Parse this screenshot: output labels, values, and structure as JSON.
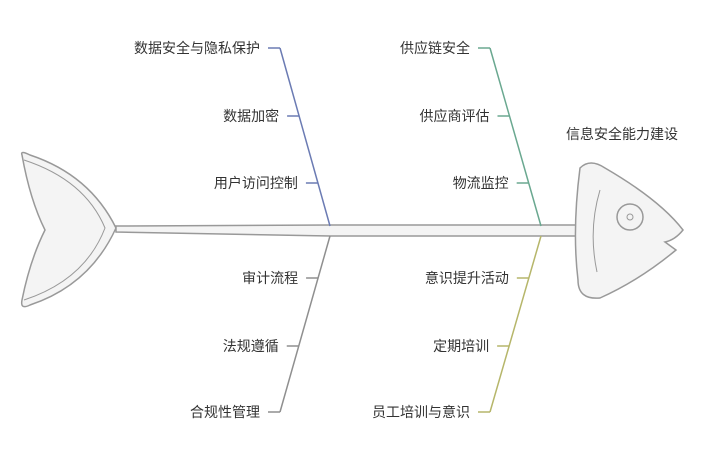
{
  "title": "信息安全能力建设",
  "branches": [
    {
      "name": "top-left",
      "color": "#6b7bb3",
      "items": [
        "数据安全与隐私保护",
        "数据加密",
        "用户访问控制"
      ]
    },
    {
      "name": "top-right",
      "color": "#6aa890",
      "items": [
        "供应链安全",
        "供应商评估",
        "物流监控"
      ]
    },
    {
      "name": "bottom-left",
      "color": "#8f8f8f",
      "items": [
        "审计流程",
        "法规遵循",
        "合规性管理"
      ]
    },
    {
      "name": "bottom-right",
      "color": "#b6b66a",
      "items": [
        "意识提升活动",
        "定期培训",
        "员工培训与意识"
      ]
    }
  ]
}
